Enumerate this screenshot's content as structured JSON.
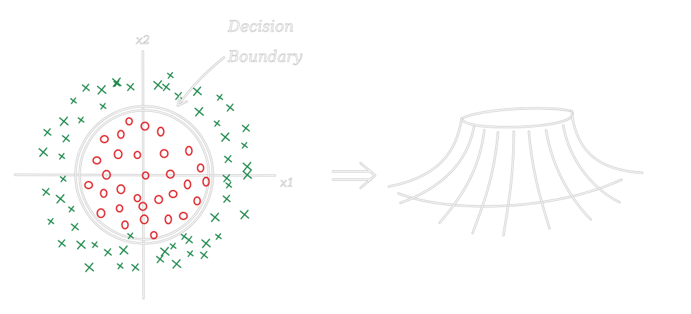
{
  "diagram": {
    "axis_x_label": "x1",
    "axis_y_label": "x2",
    "annotation_line1": "Decision",
    "annotation_line2": "Boundary",
    "transform_arrow": "⇒",
    "colors": {
      "positive_class": "#e0262c",
      "negative_class": "#1f8a4c",
      "stroke_outline": "#c4c4c4"
    },
    "legend": {
      "inner_class_marker": "circle",
      "outer_class_marker": "cross"
    }
  }
}
